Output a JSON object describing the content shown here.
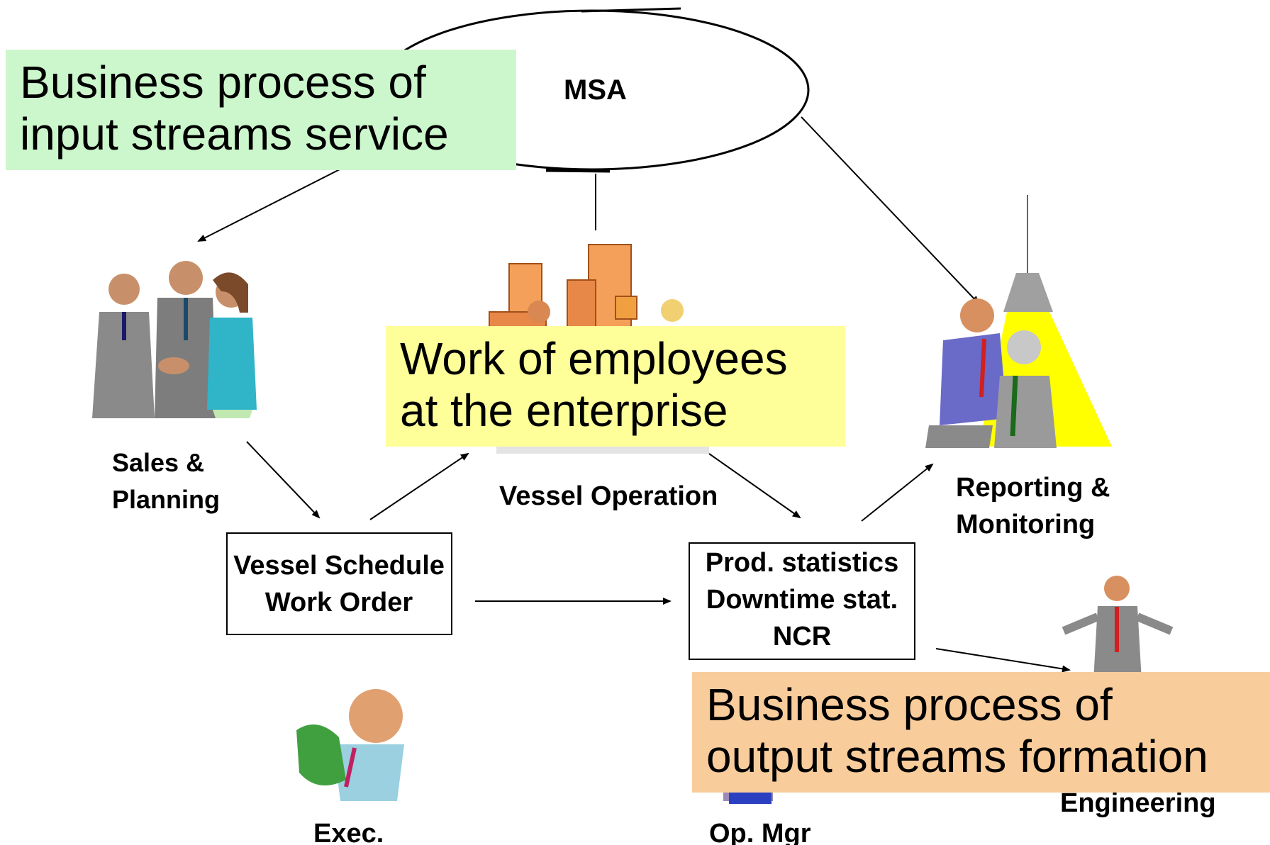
{
  "nodes": {
    "msa": "MSA",
    "sales_planning": [
      "Sales &",
      "Planning"
    ],
    "vessel_operation": "Vessel Operation",
    "reporting_monitoring": [
      "Reporting &",
      "Monitoring"
    ],
    "vessel_schedule": [
      "Vessel Schedule",
      "Work Order"
    ],
    "prod_statistics": [
      "Prod. statistics",
      "Downtime stat.",
      "NCR"
    ],
    "exec": "Exec.",
    "op_mgr": "Op. Mgr",
    "engineering": "Engineering"
  },
  "callouts": {
    "input": [
      "Business process of",
      "input streams service"
    ],
    "work": [
      "Work of employees",
      "at the enterprise"
    ],
    "output": [
      "Business process of",
      "output streams formation"
    ]
  },
  "colors": {
    "input_callout": "#ccf7cc",
    "work_callout": "#ffff99",
    "output_callout": "#f9cc9c",
    "spotlight": "#ffff00"
  }
}
